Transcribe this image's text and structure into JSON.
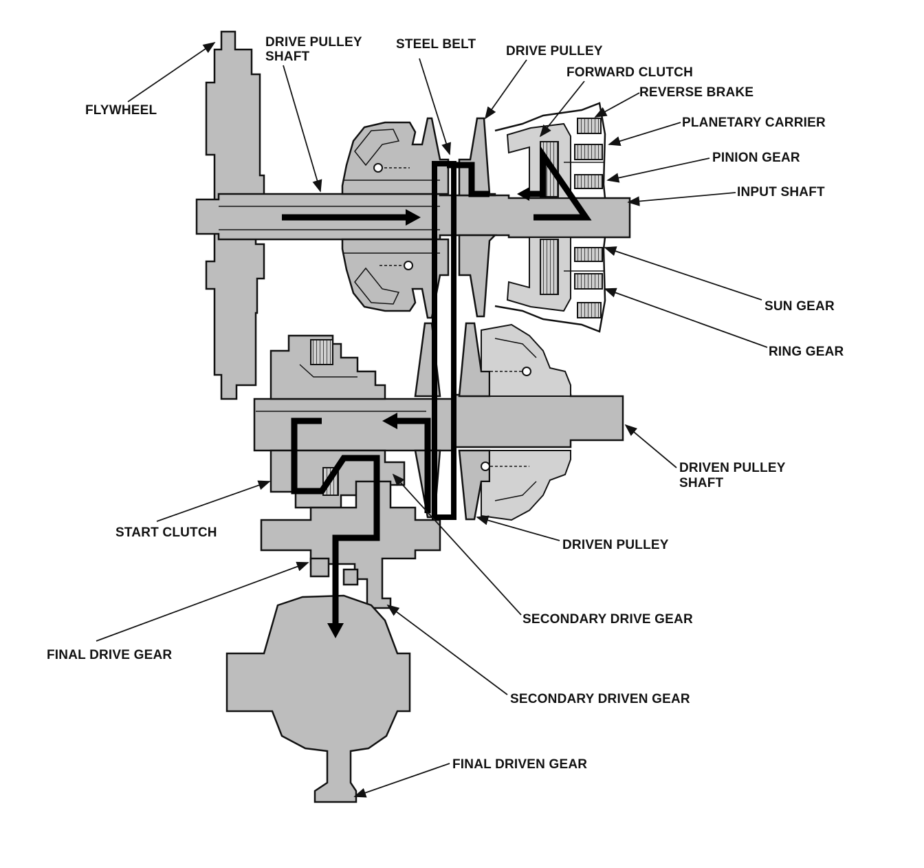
{
  "labels": {
    "flywheel": "FLYWHEEL",
    "drive_pulley_shaft_1": "DRIVE PULLEY",
    "drive_pulley_shaft_2": "SHAFT",
    "steel_belt": "STEEL BELT",
    "drive_pulley": "DRIVE PULLEY",
    "forward_clutch": "FORWARD CLUTCH",
    "reverse_brake": "REVERSE BRAKE",
    "planetary_carrier": "PLANETARY CARRIER",
    "pinion_gear": "PINION GEAR",
    "input_shaft": "INPUT SHAFT",
    "sun_gear": "SUN GEAR",
    "ring_gear": "RING GEAR",
    "driven_pulley_shaft_1": "DRIVEN PULLEY",
    "driven_pulley_shaft_2": "SHAFT",
    "start_clutch": "START CLUTCH",
    "driven_pulley": "DRIVEN PULLEY",
    "secondary_drive_gear": "SECONDARY DRIVE GEAR",
    "final_drive_gear": "FINAL DRIVE GEAR",
    "secondary_driven_gear": "SECONDARY DRIVEN GEAR",
    "final_driven_gear": "FINAL DRIVEN GEAR"
  }
}
